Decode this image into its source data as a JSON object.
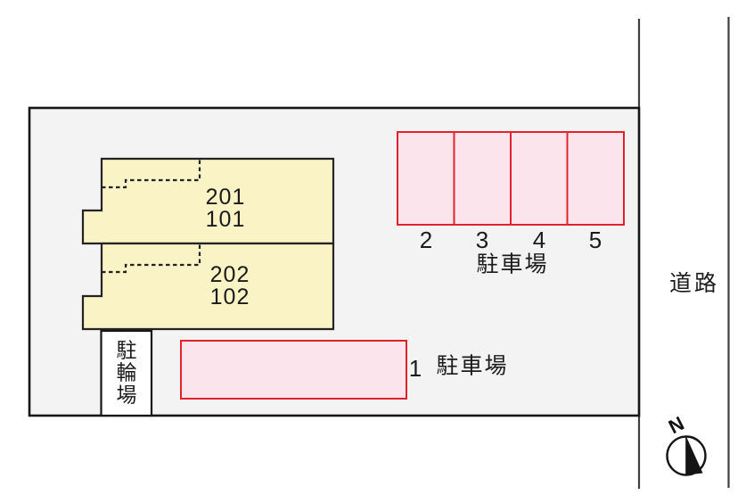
{
  "diagram_type": "property-site-plan",
  "colors": {
    "site_fill": "#f3f3f4",
    "building_fill": "#f9f3c6",
    "parking_fill": "#fce4ec",
    "parking_border": "#e0232b",
    "outline": "#1a1a1a",
    "road_line": "#3f3f3f",
    "box_fill": "#ffffff",
    "text": "#1b1b1b"
  },
  "building": {
    "units": [
      {
        "line1": "201",
        "line2": "101"
      },
      {
        "line1": "202",
        "line2": "102"
      }
    ]
  },
  "parking_row": {
    "numbers": [
      "2",
      "3",
      "4",
      "5"
    ],
    "label": "駐車場"
  },
  "parking_single": {
    "number": "1",
    "label": "駐車場"
  },
  "bicycle_parking": {
    "label": "駐輪場",
    "chars": [
      "駐",
      "輪",
      "場"
    ]
  },
  "road": {
    "label": "道路"
  },
  "compass": {
    "label": "N"
  }
}
